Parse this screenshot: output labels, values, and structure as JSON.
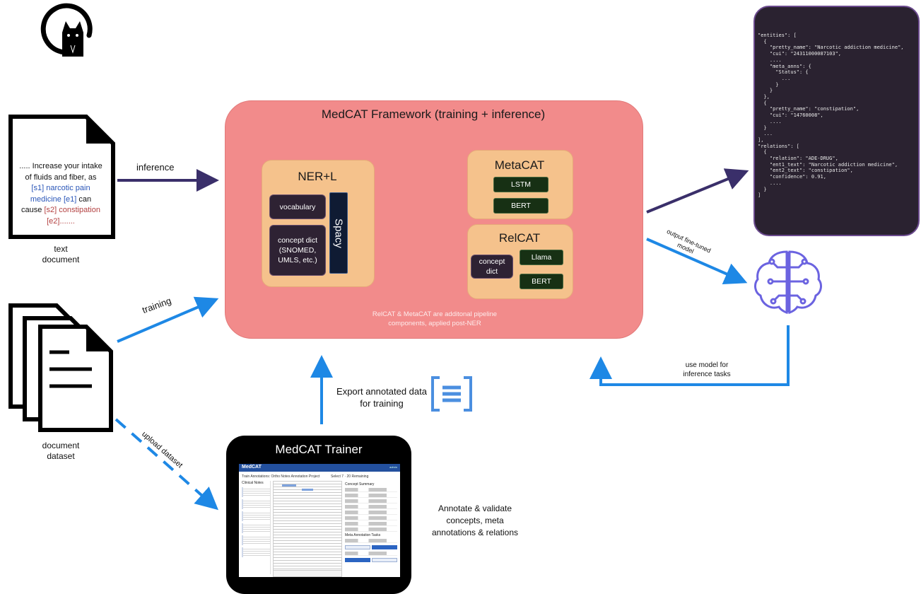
{
  "framework": {
    "title": "MedCAT Framework (training + inference)",
    "note_line1": "RelCAT & MetaCAT are additonal pipeline",
    "note_line2": "components, applied post-NER"
  },
  "nerl": {
    "title": "NER+L",
    "vocabulary": "vocabulary",
    "concept_dict_line1": "concept dict",
    "concept_dict_line2": "(SNOMED,",
    "concept_dict_line3": "UMLS, etc.)",
    "spacy": "Spacy"
  },
  "metacat": {
    "title": "MetaCAT",
    "lstm": "LSTM",
    "bert": "BERT"
  },
  "relcat": {
    "title": "RelCAT",
    "concept_dict_line1": "concept",
    "concept_dict_line2": "dict",
    "llama": "Llama",
    "bert": "BERT"
  },
  "text_document": {
    "line1": "..... Increase your intake",
    "line2": "of fluids and fiber, as",
    "line3": "[s1] narcotic pain",
    "line4": "medicine [e1]",
    "line4b": "can",
    "line5a": "cause",
    "line5b": "[s2] constipation",
    "line6": "[e2].......",
    "caption_line1": "text",
    "caption_line2": "document"
  },
  "dataset": {
    "caption_line1": "document",
    "caption_line2": "dataset"
  },
  "arrows": {
    "inference": "inference",
    "training": "training",
    "upload_dataset": "upload dataset",
    "output_finetuned_line1": "output fine-tuned",
    "output_finetuned_line2": "model",
    "use_model_line1": "use model for",
    "use_model_line2": "inference tasks",
    "export_line1": "Export annotated data",
    "export_line2": "for training"
  },
  "trainer": {
    "title": "MedCAT Trainer",
    "screen": {
      "logo": "MedCAT",
      "user": "admin",
      "header_left": "Train Annotations: Ortho Notes Annotation Project",
      "header_right": "Select 7 · 20 Remaining",
      "side_title": "Clinical Notes",
      "panel_title": "Concept Summary",
      "meta_title": "Meta Annotation Tasks"
    },
    "annotate_line1": "Annotate & validate",
    "annotate_line2": "concepts, meta",
    "annotate_line3": "annotations & relations"
  },
  "output_json": {
    "lines": [
      "\"entities\": [",
      "  {",
      "    \"pretty_name\": \"Narcotic addiction medicine\",",
      "    \"cui\": \"24311000087103\",",
      "    ....",
      "    \"meta_anns\": {",
      "      \"Status\": {",
      "        ...",
      "      }",
      "    }",
      "  },",
      "  {",
      "    \"pretty_name\": \"constipation\",",
      "    \"cui\": \"14760008\",",
      "    ....",
      "  }",
      "  ...",
      "],",
      "\"relations\": [",
      "  {",
      "    \"relation\": \"ADE-DRUG\",",
      "    \"ent1_text\": \"Narcotic addiction medicine\",",
      "    \"ent2_text\": \"constipation\",",
      "    \"confidence\": 0.91,",
      "    ....",
      "  }",
      "]"
    ]
  },
  "icons": {
    "logo": "cat-logo-icon",
    "model": "brain-circuit-icon",
    "export": "data-brackets-icon"
  },
  "colors": {
    "framework": "#f28b8b",
    "panel": "#f5c28c",
    "dark_box": "#2e2233",
    "green_box": "#173014",
    "arrow_dark": "#3a2f6a",
    "arrow_blue": "#1e88e5",
    "code_bg": "#2a2230"
  }
}
